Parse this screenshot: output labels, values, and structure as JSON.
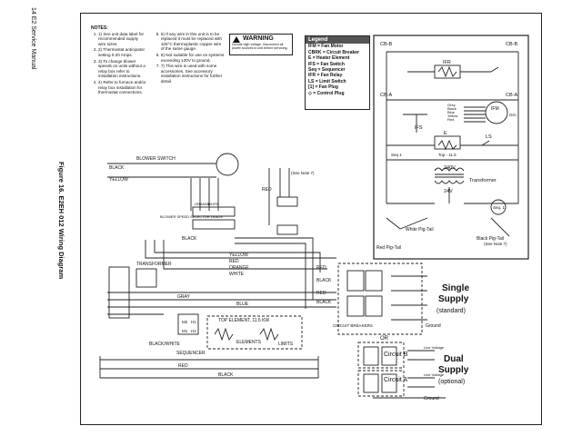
{
  "side": {
    "manual": "14 E2 Service Manual",
    "figure": "Figure 16. E2EH 012 Wiring Diagram"
  },
  "notes": {
    "title": "NOTES:",
    "left": [
      "1) See unit data label for recommended supply wire sizes.",
      "2) Thermostat anticipator setting 0.20 Amps.",
      "3) To change blower speeds on units without a relay box refer to installation instructions.",
      "4) Refer to furnace and/or relay box installation for thermostat connections."
    ],
    "right": [
      "5) If any wire in this unit is to be replaced it must be replaced with 105°C thermoplastic copper wire of the same gauge.",
      "6) Not suitable for use on systems exceeding 120V to ground.",
      "7) This wire is used with some accessories. See accessory installation instructions for further detail."
    ]
  },
  "warning": {
    "title": "WARNING",
    "body": "Denote high voltage. Disconnect all power sources to unit before servicing."
  },
  "legend": {
    "title": "Legend",
    "items": [
      "IFM = Fan Motor",
      "CBRK = Circuit Breaker",
      "E = Heater Element",
      "IFS = Fan Switch",
      "Seq = Sequencer",
      "IFR = Fan Relay",
      "LS = Limit Switch",
      "= Fan Plug",
      "= Control Plug"
    ]
  },
  "schematic": {
    "cb_b_left": "CB-B",
    "cb_b_right": "CB-B",
    "cb_a_left": "CB-A",
    "cb_a_right": "CB-A",
    "ifr": "IFR",
    "ifs": "IFS",
    "e": "E",
    "top": "Top - 11.5",
    "ls": "LS",
    "seq1": "Seq 1",
    "ifm": "IFM",
    "grn": "Grn.",
    "wires": [
      "Grey",
      "Black",
      "Blue",
      "Yellow",
      "Red"
    ],
    "v240": "240V",
    "v24": "24V",
    "transformer": "Transformer",
    "seq1b": "Seq. 1",
    "white_pig": "White Pig-Tail",
    "red_pig": "Red Pig-Tail",
    "black_pig": "Black Pig-Tail",
    "see_note": "(See Note 7)"
  },
  "wiring": {
    "blower_switch": "BLOWER SWITCH",
    "black": "BLACK",
    "yellow": "YELLOW",
    "orange": "ORANGE",
    "white": "WHITE",
    "red": "RED",
    "gray": "GRAY",
    "blue": "BLUE",
    "blower_speed": "BLOWER SPEED SELECTOR LEADS",
    "see_note7": "(See Note 7)",
    "transformer": "TRANSFORMER",
    "top_element": "TOP ELEMENT, 11.5 KW",
    "elements": "ELEMENTS",
    "limits": "LIMITS",
    "sequencer": "SEQUENCER",
    "black_white": "BLACK/WHITE",
    "m2": "M2",
    "m1": "M1",
    "h1": "H1",
    "h2": "H2",
    "circuit_breakers": "CIRCUIT BREAKERS",
    "or": "OR"
  },
  "supply": {
    "single": "Single",
    "supply": "Supply",
    "standard": "(standard)",
    "dual": "Dual",
    "supply2": "Supply",
    "optional": "(optional)",
    "ground": "Ground",
    "ground2": "Ground",
    "circuit_b": "Circuit B",
    "circuit_a": "Circuit A",
    "line_voltage_b": "Line Voltage",
    "line_voltage_a": "Line Voltage"
  }
}
